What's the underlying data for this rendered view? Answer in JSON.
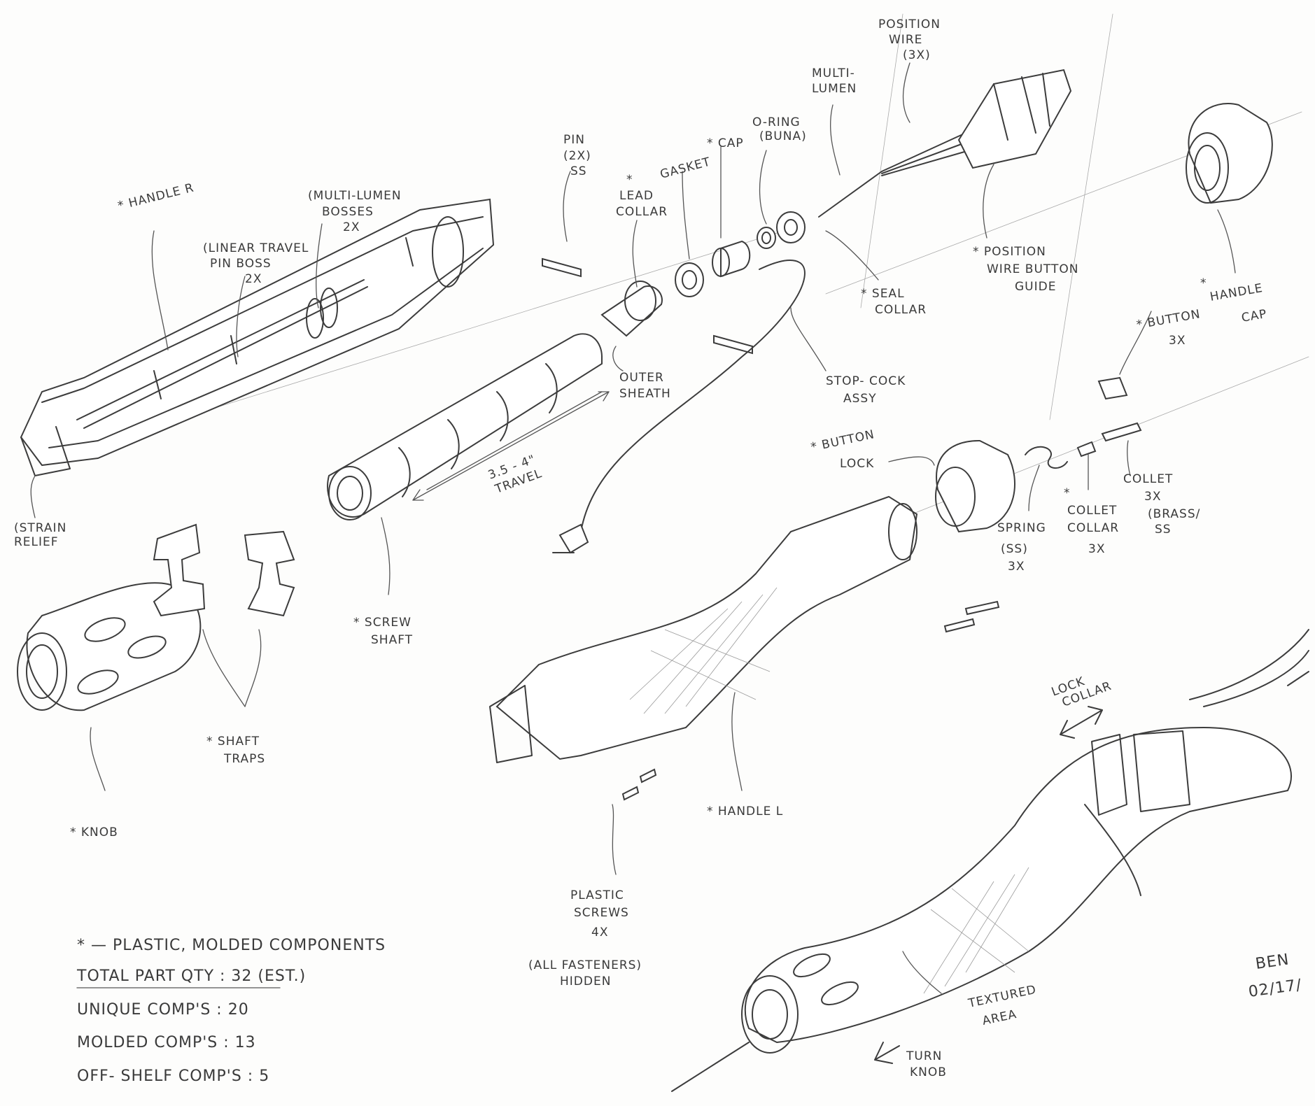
{
  "labels": {
    "handle_r": "* HANDLE R",
    "multi_lumen_bosses": [
      "(MULTI-LUMEN",
      "BOSSES",
      "2X"
    ],
    "linear_travel_pin_boss": [
      "(LINEAR TRAVEL",
      "PIN BOSS",
      "2X"
    ],
    "strain_relief": [
      "(STRAIN",
      "RELIEF"
    ],
    "knob": "* KNOB",
    "shaft_traps": [
      "* SHAFT",
      "TRAPS"
    ],
    "screw_shaft": [
      "* SCREW",
      "SHAFT"
    ],
    "travel": [
      "3.5 - 4\"",
      "TRAVEL"
    ],
    "pin": [
      "PIN",
      "(2X)",
      "SS"
    ],
    "lead_collar": [
      "*",
      "LEAD",
      "COLLAR"
    ],
    "gasket": "GASKET",
    "cap": "* CAP",
    "o_ring": [
      "O-RING",
      "(BUNA)"
    ],
    "outer_sheath": [
      "OUTER",
      "SHEATH"
    ],
    "multi_lumen": [
      "MULTI-",
      "LUMEN"
    ],
    "position_wire": [
      "POSITION",
      "WIRE",
      "(3X)"
    ],
    "seal_collar": [
      "* SEAL",
      "COLLAR"
    ],
    "position_wire_button_guide": [
      "* POSITION",
      "WIRE BUTTON",
      "GUIDE"
    ],
    "stop_cock_assy": [
      "STOP- COCK",
      "ASSY"
    ],
    "handle_cap": [
      "*",
      "HANDLE",
      "CAP"
    ],
    "button": [
      "* BUTTON",
      "3X"
    ],
    "button_lock": [
      "* BUTTON",
      "LOCK"
    ],
    "spring": [
      "SPRING",
      "(SS)",
      "3X"
    ],
    "collet_collar": [
      "*",
      "COLLET",
      "COLLAR",
      "3X"
    ],
    "collet": [
      "COLLET",
      "3X",
      "(BRASS/",
      "SS"
    ],
    "handle_l": "* HANDLE L",
    "plastic_screws": [
      "PLASTIC",
      "SCREWS",
      "4X",
      "(ALL FASTENERS)",
      "HIDDEN"
    ],
    "lock_collar": [
      "LOCK",
      "COLLAR"
    ],
    "textured_area": [
      "TEXTURED",
      "AREA"
    ],
    "turn_knob": [
      "TURN",
      "KNOB"
    ]
  },
  "notes": {
    "legend": "* — PLASTIC, MOLDED COMPONENTS",
    "total_part_qty": "TOTAL PART QTY : 32  (EST.)",
    "unique_comps": "UNIQUE COMP'S : 20",
    "molded_comps": "MOLDED COMP'S : 13",
    "off_shelf_comps": "OFF- SHELF COMP'S : 5"
  },
  "signature": [
    "BEN",
    "02/17/"
  ],
  "colors": {
    "ink": "#3c3c3c",
    "paper": "#fdfdfc"
  }
}
